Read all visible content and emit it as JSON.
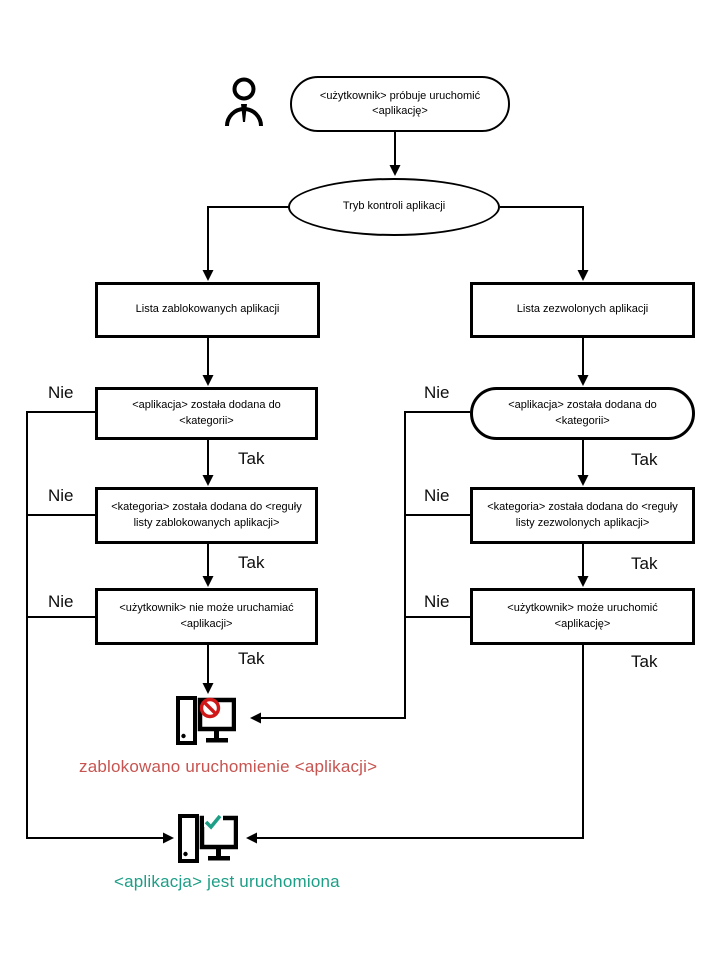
{
  "diagram": {
    "start": "<użytkownik> próbuje uruchomić\n<aplikację>",
    "mode": "Tryb kontroli aplikacji",
    "deny_list": "Lista zablokowanych aplikacji",
    "allow_list": "Lista zezwolonych aplikacji",
    "left": {
      "app_added": "<aplikacja> została dodana do <kategorii>",
      "cat_added": "<kategoria> została dodana do <reguły\nlisty zablokowanych aplikacji>",
      "user": "<użytkownik> nie może uruchamiać\n<aplikacji>",
      "result": "zablokowano uruchomienie <aplikacji>"
    },
    "right": {
      "app_added": "<aplikacja> została dodana do <kategorii>",
      "cat_added": "<kategoria> została dodana do <reguły\nlisty zezwolonych aplikacji>",
      "user": "<użytkownik> może uruchomić <aplikację>",
      "result": "<aplikacja> jest uruchomiona"
    },
    "labels": {
      "no": "Nie",
      "yes": "Tak"
    },
    "icons": {
      "person": "person-icon",
      "blocked_computer": "blocked-computer-icon",
      "allowed_computer": "allowed-computer-icon"
    },
    "colors": {
      "blocked_text": "#c75450",
      "blocked_icon": "#d01818",
      "allowed_text": "#1d9e86",
      "line": "#000000"
    }
  }
}
